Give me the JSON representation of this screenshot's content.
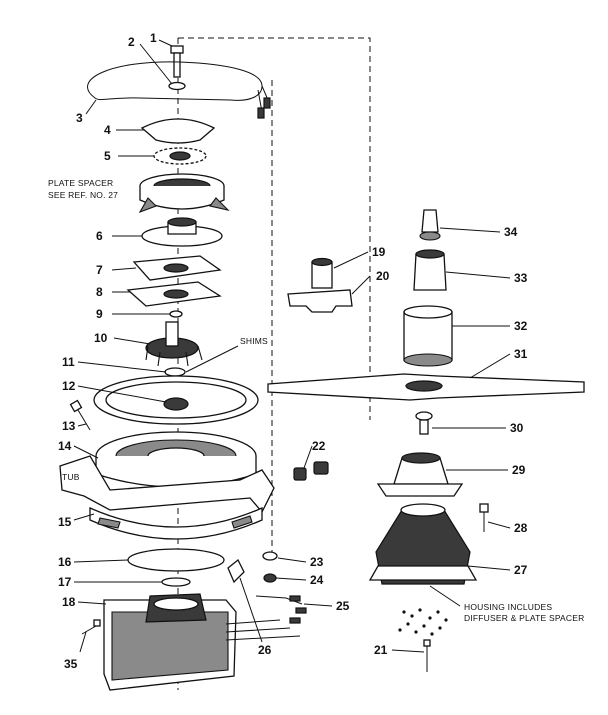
{
  "labels": {
    "n1": "1",
    "n2": "2",
    "n3": "3",
    "n4": "4",
    "n5": "5",
    "n6": "6",
    "n7": "7",
    "n8": "8",
    "n9": "9",
    "n10": "10",
    "n11": "11",
    "n12": "12",
    "n13": "13",
    "n14": "14",
    "n15": "15",
    "n16": "16",
    "n17": "17",
    "n18": "18",
    "n19": "19",
    "n20": "20",
    "n21": "21",
    "n22": "22",
    "n23": "23",
    "n24": "24",
    "n25": "25",
    "n26": "26",
    "n27": "27",
    "n28": "28",
    "n29": "29",
    "n30": "30",
    "n31": "31",
    "n32": "32",
    "n33": "33",
    "n34": "34",
    "n35": "35"
  },
  "notes": {
    "plate_spacer_1": "PLATE SPACER",
    "plate_spacer_2": "SEE REF. NO. 27",
    "shims": "SHIMS",
    "tub": "TUB",
    "housing_1": "HOUSING INCLUDES",
    "housing_2": "DIFFUSER & PLATE SPACER"
  }
}
